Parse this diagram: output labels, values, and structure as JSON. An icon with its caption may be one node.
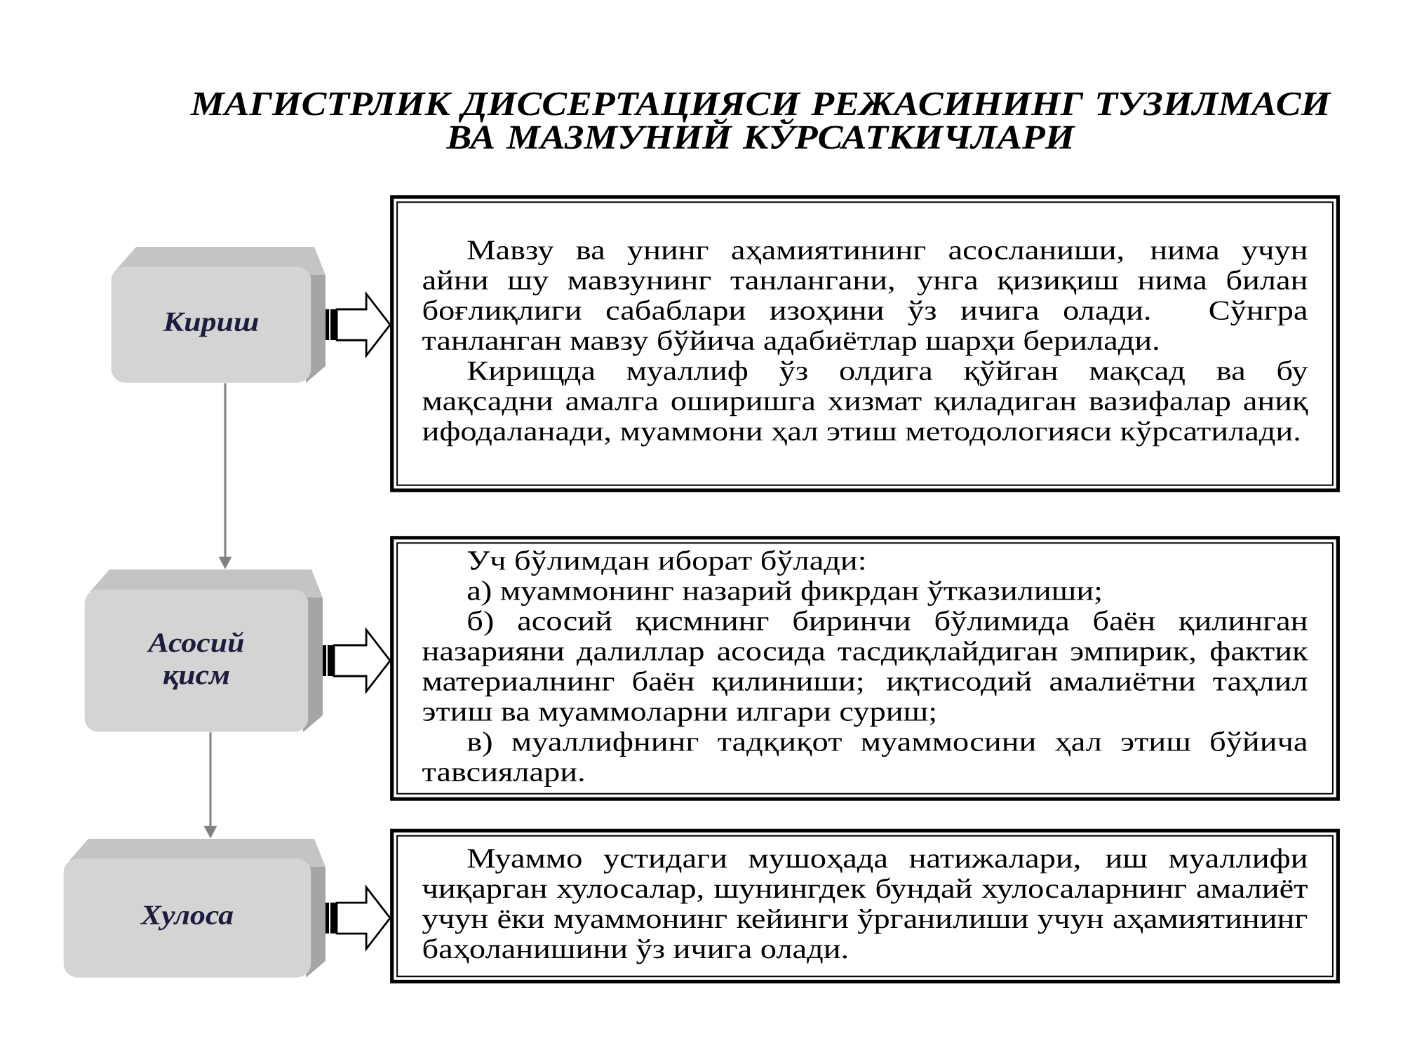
{
  "diagram": {
    "title": "МАГИСТРЛИК ДИССЕРТАЦИЯСИ РЕЖАСИНИНГ ТУЗИЛМАСИ ВА МАЗМУНИЙ КЎРСАТКИЧЛАРИ",
    "nodes": [
      {
        "text": [
          "Кириш"
        ]
      },
      {
        "text": [
          "Мавзу ва унинг аҳамиятининг асосланиши, нима учун айни шу мавзунинг танлангани, унга қизиқиш нима билан боғлиқлиги сабаблари изоҳини ўз ичига олади. Сўнгра танланган мавзу бўйича адабиётлар шарҳи берилади.",
          "Кирищда муаллиф ўз олдига қўйган мақсад ва бу мақсадни амалга оширишга хизмат қиладиган вазифалар аниқ ифодаланади, муаммони ҳал этиш методологияси кўрсатилади."
        ]
      },
      {
        "text": [
          "Асосий қисм"
        ]
      },
      {
        "text": [
          "Уч бўлимдан иборат бўлади:",
          "а) муаммонинг назарий фикрдан ўтказилиши;",
          "б) асосий қисмнинг биринчи бўлимида баён қилинган назарияни далиллар асосида тасдиқлайдиган эмпирик, фактик материалнинг баён қилиниши; иқтисодий амалиётни таҳлил этиш ва муаммоларни илгари суриш;",
          "в) муаллифнинг тадқиқот муаммосини ҳал этиш бўйича тавсиялари."
        ]
      },
      {
        "text": [
          "Хулоса"
        ]
      },
      {
        "text": [
          "Муаммо устидаги мушоҳада натижалари, иш муаллифи чиқарган хулосалар, шунингдек бундай хулосаларнинг амалиёт учун ёки муаммонинг кейинги ўрганилиши учун аҳамиятининг баҳоланишини ўз ичига олади."
        ]
      }
    ],
    "edges": [
      {
        "from": 0,
        "to": 1,
        "arrow": "to",
        "style": "thick"
      },
      {
        "from": 0,
        "to": 2,
        "arrow": "to",
        "color": "#808080"
      },
      {
        "from": 2,
        "to": 3,
        "arrow": "to",
        "style": "thick"
      },
      {
        "from": 2,
        "to": 4,
        "arrow": "to",
        "color": "#808080"
      },
      {
        "from": 4,
        "to": 5,
        "arrow": "to",
        "style": "thick"
      }
    ]
  }
}
